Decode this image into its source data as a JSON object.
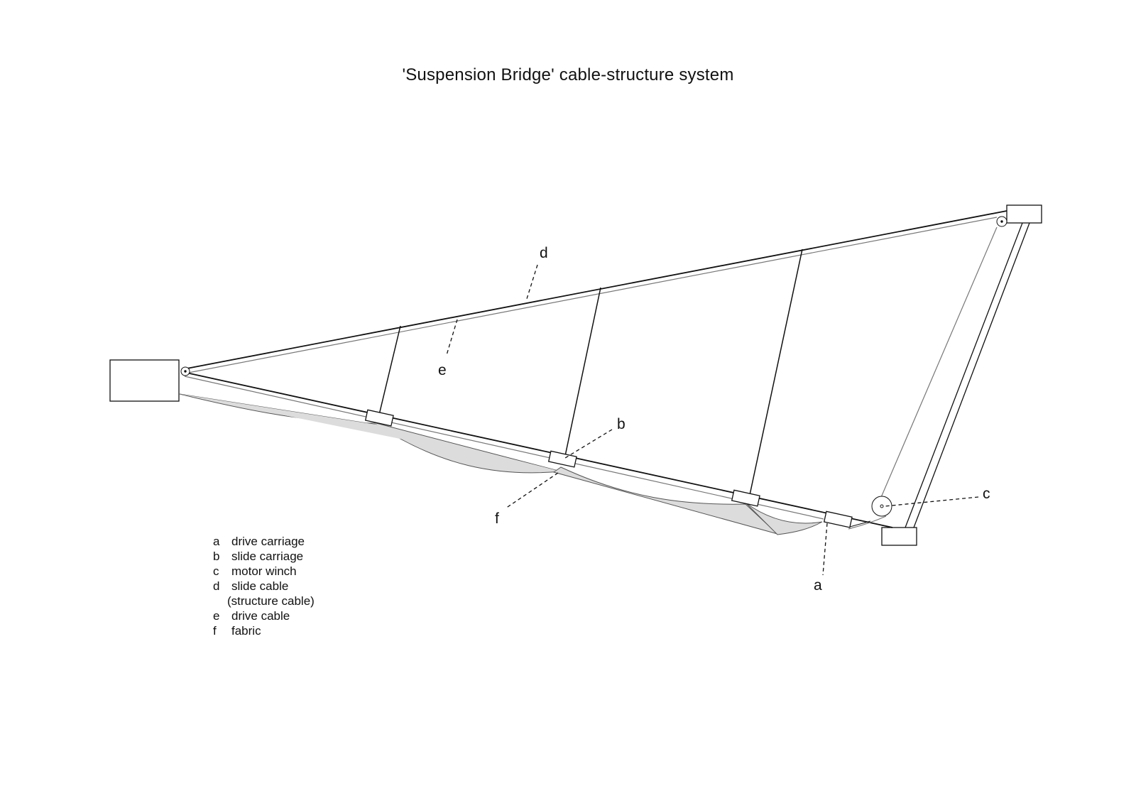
{
  "title": "'Suspension Bridge' cable-structure system",
  "callouts": {
    "a": "a",
    "b": "b",
    "c": "c",
    "d": "d",
    "e": "e",
    "f": "f"
  },
  "legend": [
    {
      "key": "a",
      "text": "drive carriage"
    },
    {
      "key": "b",
      "text": "slide carriage"
    },
    {
      "key": "c",
      "text": "motor winch"
    },
    {
      "key": "d",
      "text": "slide cable",
      "continuation": "(structure cable)"
    },
    {
      "key": "e",
      "text": "drive cable"
    },
    {
      "key": "f",
      "text": "fabric"
    }
  ],
  "colors": {
    "line": "#111111",
    "fabric_fill": "#dcdcdc",
    "background": "#ffffff"
  }
}
